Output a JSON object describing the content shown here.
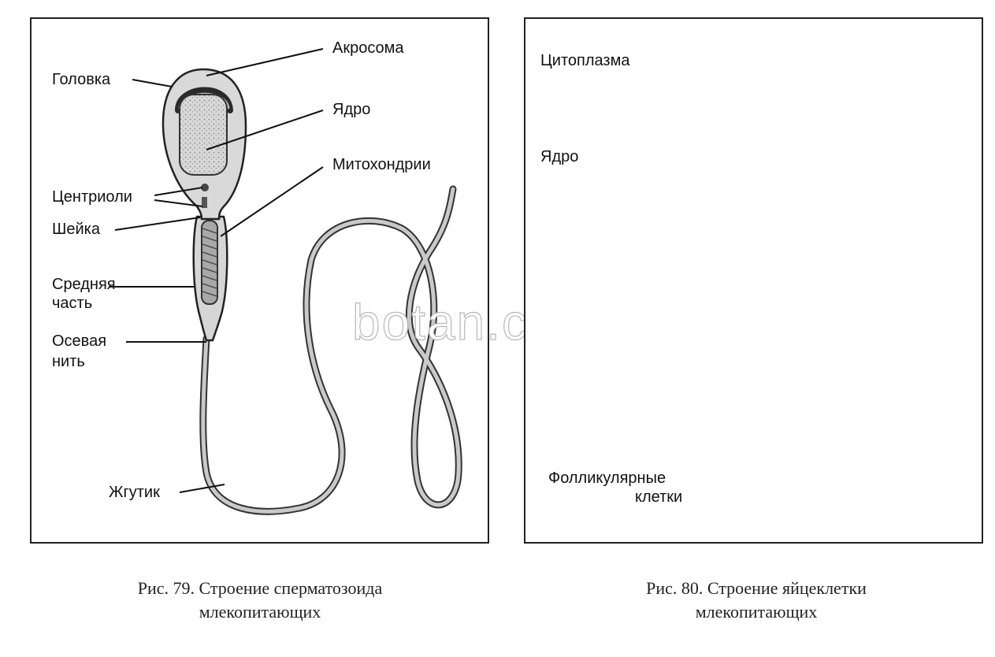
{
  "figure79": {
    "labels": {
      "acrosome": "Акросома",
      "head": "Головка",
      "nucleus": "Ядро",
      "mitochondria": "Митохондрии",
      "centrioles": "Центриоли",
      "neck": "Шейка",
      "midpiece_line1": "Средняя",
      "midpiece_line2": "часть",
      "axial_line1": "Осевая",
      "axial_line2": "нить",
      "flagellum": "Жгутик"
    },
    "caption_line1": "Рис. 79. Строение сперматозоида",
    "caption_line2": "млекопитающих"
  },
  "figure80": {
    "labels": {
      "cytoplasm": "Цитоплазма",
      "nucleus": "Ядро",
      "follicular_line1": "Фолликулярные",
      "follicular_line2": "клетки"
    },
    "caption_line1": "Рис. 80. Строение яйцеклетки",
    "caption_line2": "млекопитающих"
  },
  "watermark": "botan.cc"
}
